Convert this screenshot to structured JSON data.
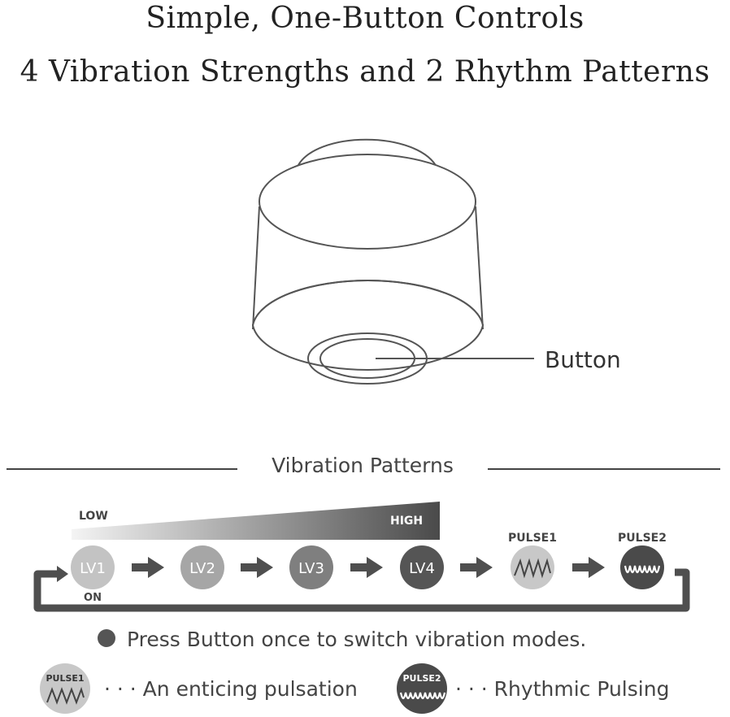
{
  "heading": {
    "line1": "Simple, One-Button Controls",
    "line2": "4 Vibration Strengths and 2 Rhythm Patterns"
  },
  "device": {
    "button_label": "Button"
  },
  "patterns": {
    "section_title": "Vibration Patterns",
    "low_label": "LOW",
    "high_label": "HIGH",
    "on_label": "ON",
    "levels": [
      "LV1",
      "LV2",
      "LV3",
      "LV4"
    ],
    "pulse1_caption": "PULSE1",
    "pulse2_caption": "PULSE2"
  },
  "instruction": "Press Button once to switch vibration modes.",
  "legend": {
    "pulse1_badge": "PULSE1",
    "pulse1_desc": "· · · An enticing pulsation",
    "pulse2_badge": "PULSE2",
    "pulse2_desc": "· · · Rhythmic Pulsing"
  },
  "colors": {
    "lv1": "#c3c3c3",
    "lv2": "#a6a6a6",
    "lv3": "#7f7f7f",
    "lv4": "#555555",
    "pulse1": "#c8c8c8",
    "pulse2": "#4a4a4a",
    "arrow": "#4f4f4f"
  }
}
